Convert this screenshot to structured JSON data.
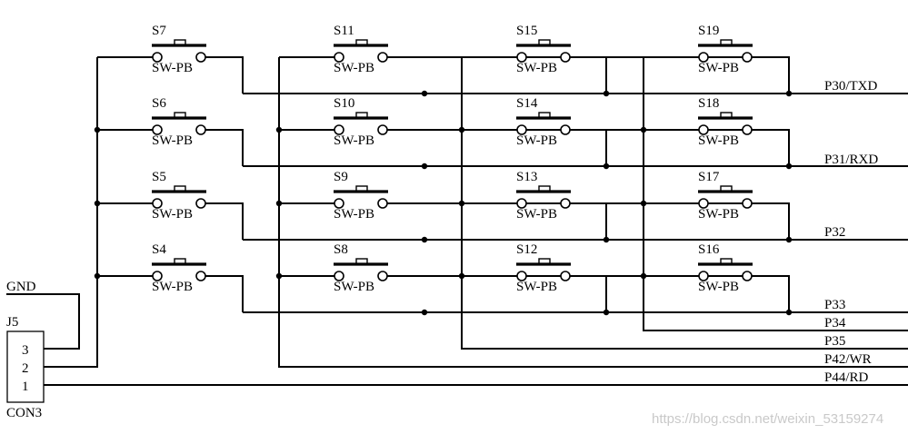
{
  "switch_part": "SW-PB",
  "switch_rows": [
    [
      "S7",
      "S11",
      "S15",
      "S19"
    ],
    [
      "S6",
      "S10",
      "S14",
      "S18"
    ],
    [
      "S5",
      "S9",
      "S13",
      "S17"
    ],
    [
      "S4",
      "S8",
      "S12",
      "S16"
    ]
  ],
  "ports": [
    "P30/TXD",
    "P31/RXD",
    "P32",
    "P33",
    "P34",
    "P35",
    "P42/WR",
    "P44/RD"
  ],
  "gnd_label": "GND",
  "connector": {
    "ref": "J5",
    "part": "CON3",
    "pins": [
      "3",
      "2",
      "1"
    ]
  },
  "watermark": "https://blog.csdn.net/weixin_53159274"
}
